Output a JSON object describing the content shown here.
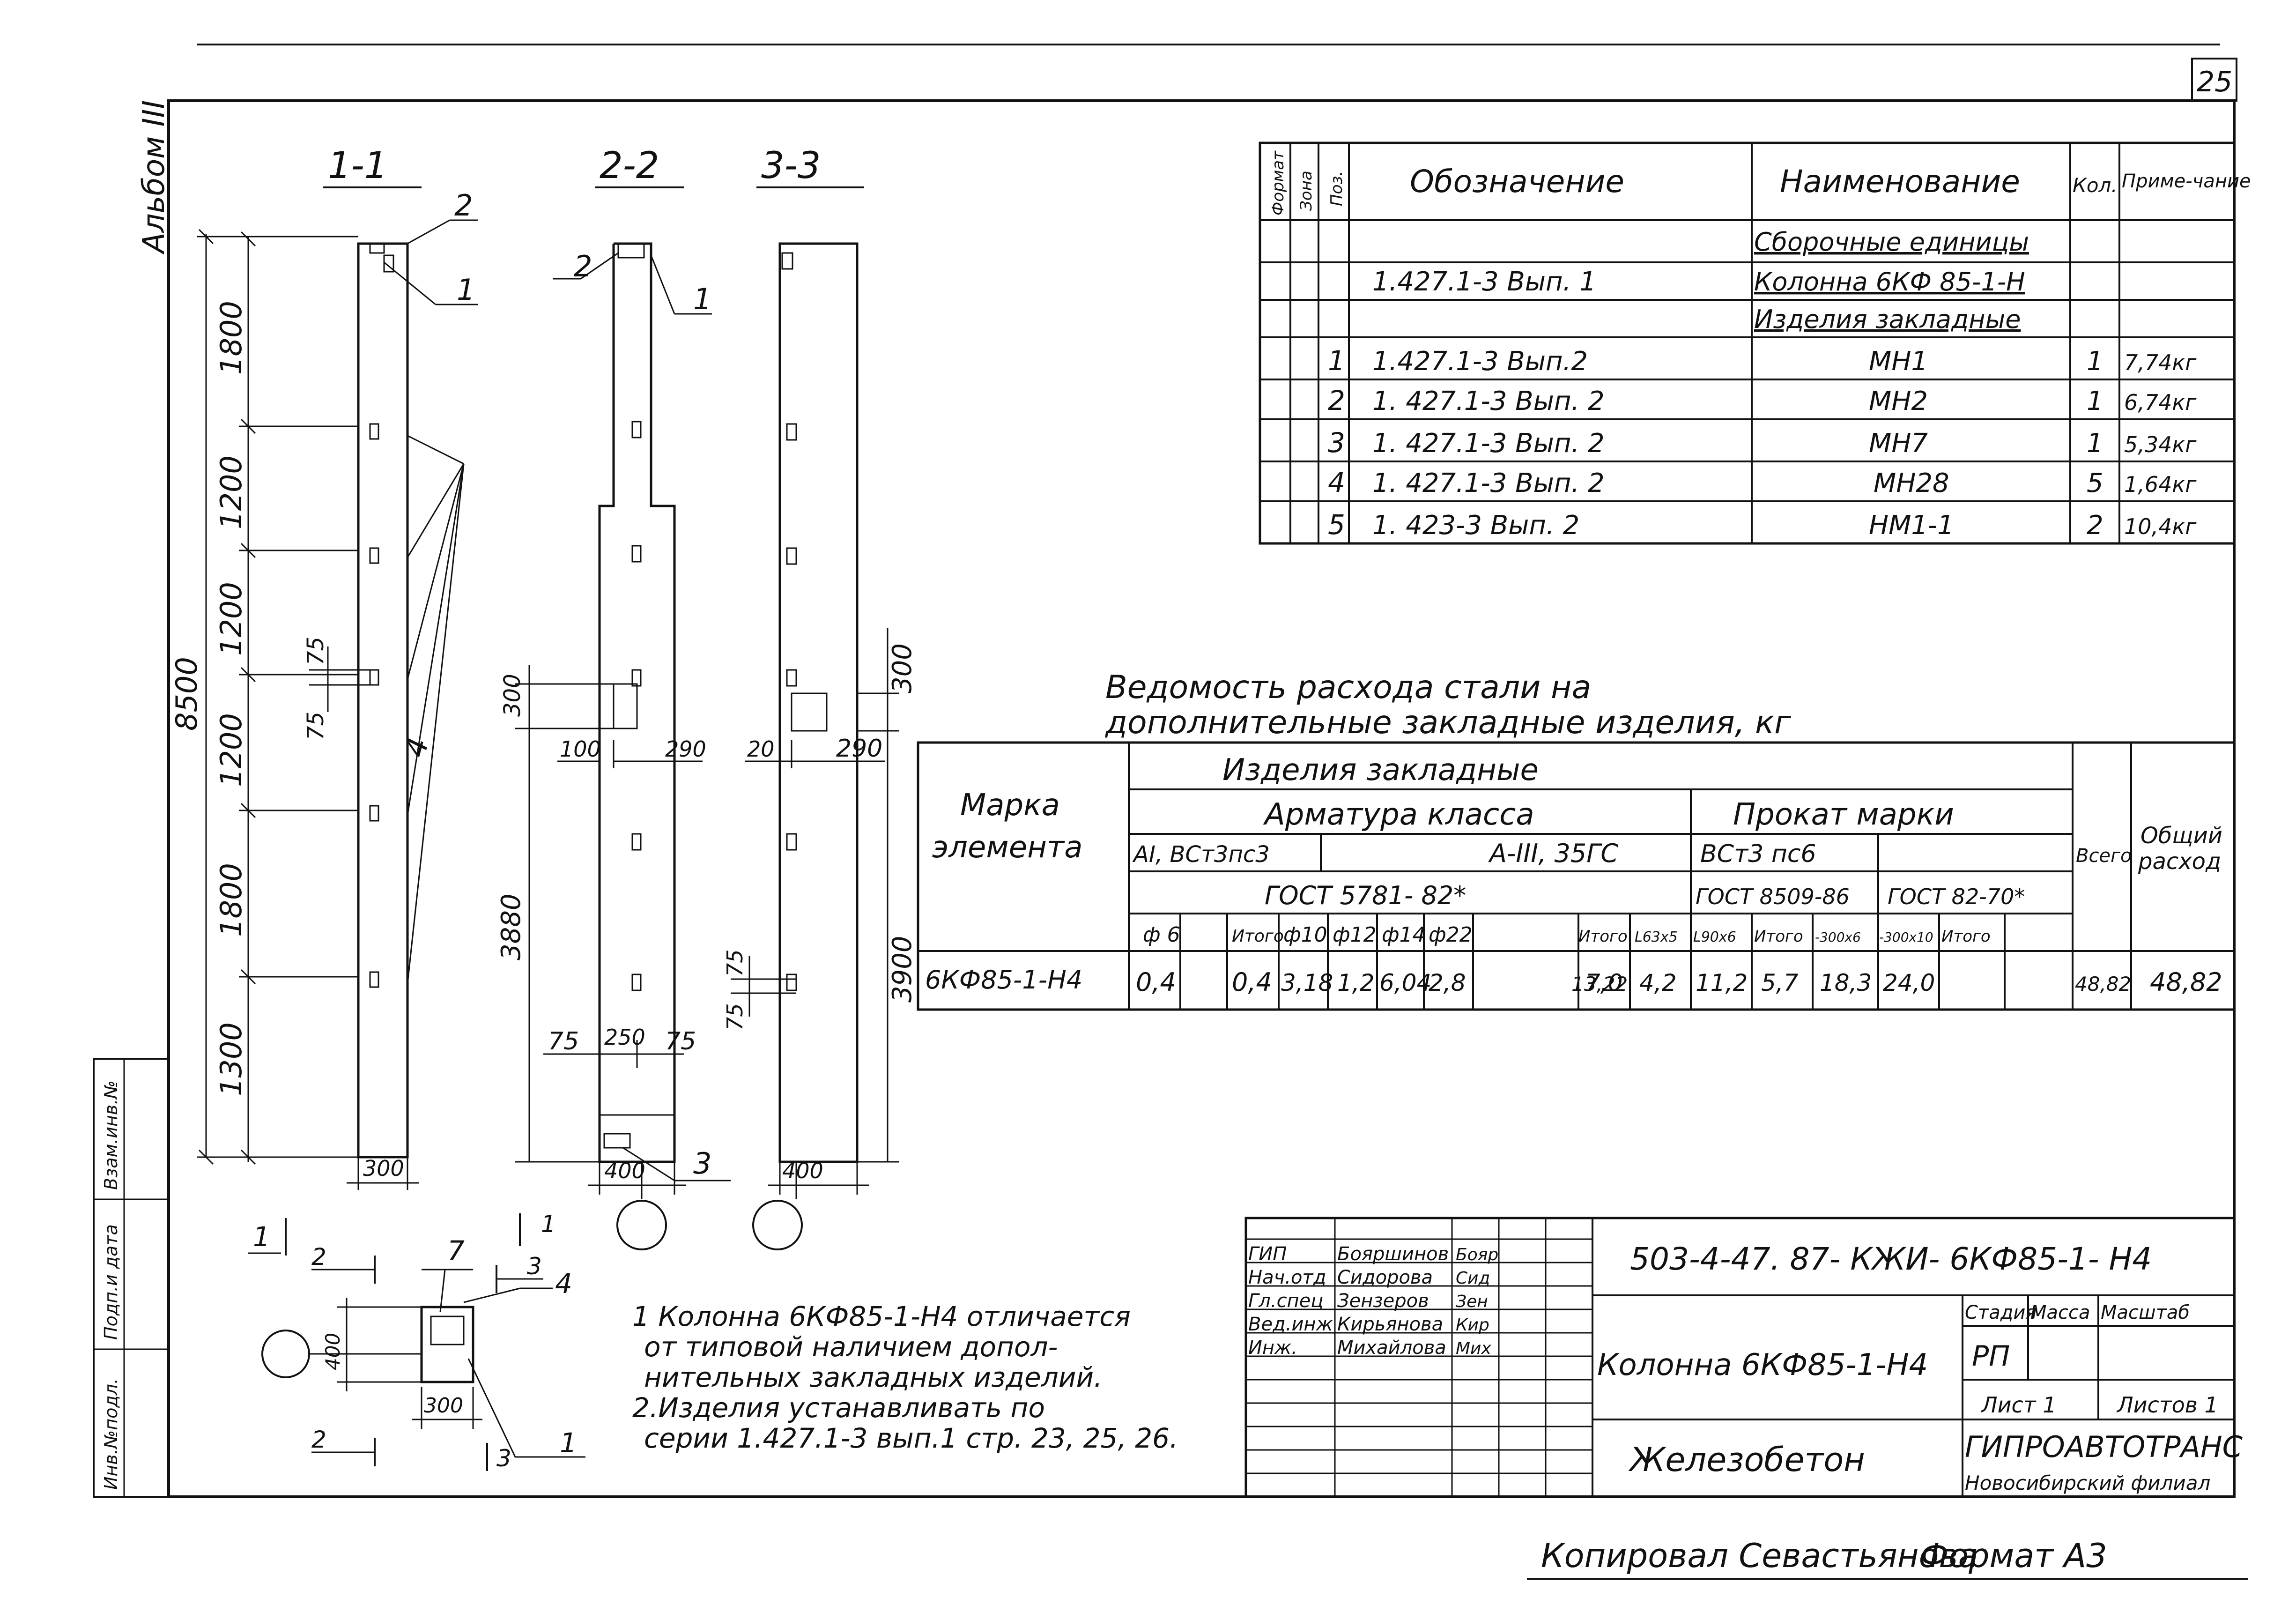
{
  "sheet_no": "25",
  "album": "Альбом III",
  "sections": {
    "s1": "1-1",
    "s2": "2-2",
    "s3": "3-3",
    "arrow_1": "1",
    "arrow_2": "2",
    "arrow_3": "3",
    "plan_1": "1",
    "plan_2": "2",
    "plan_3": "3"
  },
  "callouts": {
    "c1": "1",
    "c2": "2",
    "c3": "3",
    "c4": "4",
    "c7": "7"
  },
  "dims": {
    "d8500": "8500",
    "d1800a": "1800",
    "d1200a": "1200",
    "d1200b": "1200",
    "d1200c": "1200",
    "d1800b": "1800",
    "d1300": "1300",
    "d75a": "75",
    "d75b": "75",
    "d300_w": "300",
    "d300_s2": "300",
    "d100": "100",
    "d290_s2": "290",
    "d3880": "3880",
    "d75c": "75",
    "d250": "250",
    "d75d": "75",
    "d400_s2": "400",
    "d300_s3": "300",
    "d20": "20",
    "d290_s3": "290",
    "d3900": "3900",
    "d75e": "75",
    "d75f": "75",
    "d400_s3": "400",
    "p400": "400",
    "p300": "300"
  },
  "spec": {
    "headers": {
      "format": "Формат",
      "zone": "Зона",
      "pos": "Поз.",
      "designation": "Обозначение",
      "name": "Наименование",
      "qty": "Кол.",
      "note": "Приме-чание"
    },
    "rows": [
      {
        "pos": "",
        "designation": "",
        "name": "Сборочные единицы",
        "qty": "",
        "note": ""
      },
      {
        "pos": "",
        "designation": "1.427.1-3   Вып. 1",
        "name": "Колонна 6КФ 85-1-Н",
        "qty": "",
        "note": ""
      },
      {
        "pos": "",
        "designation": "",
        "name": "Изделия закладные",
        "qty": "",
        "note": ""
      },
      {
        "pos": "1",
        "designation": "1.427.1-3   Вып.2",
        "name": "МН1",
        "qty": "1",
        "note": "7,74кг"
      },
      {
        "pos": "2",
        "designation": "1. 427.1-3   Вып. 2",
        "name": "МН2",
        "qty": "1",
        "note": "6,74кг"
      },
      {
        "pos": "3",
        "designation": "1. 427.1-3   Вып. 2",
        "name": "МН7",
        "qty": "1",
        "note": "5,34кг"
      },
      {
        "pos": "4",
        "designation": "1. 427.1-3  Вып. 2",
        "name": "МН28",
        "qty": "5",
        "note": "1,64кг"
      },
      {
        "pos": "5",
        "designation": "1. 423-3   Вып. 2",
        "name": "НМ1-1",
        "qty": "2",
        "note": "10,4кг"
      }
    ]
  },
  "steel": {
    "title1": "Ведомость   расхода стали на",
    "title2": "дополнительные  закладные  изделия, кг",
    "h_mark": "Марка",
    "h_element": "элемента",
    "h_items": "Изделия   закладные",
    "h_rebar": "Арматура   класса",
    "h_rolled": "Прокат   марки",
    "h_total": "Всего",
    "h_general1": "Общий",
    "h_general2": "расход",
    "h_ai": "АI, ВСт3пс3",
    "h_aiii": "А-III, 35ГС",
    "h_vst": "ВСт3 пс6",
    "h_gost1": "ГОСТ  5781- 82*",
    "h_gost2": "ГОСТ 8509-86",
    "h_gost3": "ГОСТ 82-70*",
    "cols": [
      "ф 6",
      "",
      "Итого",
      "ф10",
      "ф12",
      "ф14",
      "ф22",
      "",
      "Итого",
      "L63х5",
      "L90х6",
      "Итого",
      "-300х6",
      "-300х10",
      "Итого"
    ],
    "row": {
      "mark": "6КФ85-1-Н4",
      "values": [
        "0,4",
        "",
        "0,4",
        "3,18",
        "1,2",
        "6,04",
        "2,8",
        "",
        "13,22",
        "7,0",
        "4,2",
        "11,2",
        "5,7",
        "18,3",
        "24,0"
      ],
      "total": "48,82",
      "general": "48,82"
    }
  },
  "notes": [
    "1 Колонна 6КФ85-1-Н4 отличается",
    "от типовой наличием допол-",
    "нительных закладных изделий.",
    "2.Изделия устанавливать по",
    "серии 1.427.1-3 вып.1 стр. 23, 25, 26."
  ],
  "stamp": {
    "code": "503-4-47. 87-  КЖИ- 6КФ85-1- Н4",
    "title": "Колонна 6КФ85-1-Н4",
    "material": "Железобетон",
    "stage_h": "Стадия",
    "mass_h": "Масса",
    "scale_h": "Масштаб",
    "stage": "РП",
    "sheet": "Лист 1",
    "sheets": "Листов 1",
    "org": "ГИПРОАВТОТРАНС",
    "branch": "Новосибирский филиал",
    "people": [
      {
        "role": "ГИП",
        "name": "Бояршинов",
        "sign": "Бояр"
      },
      {
        "role": "Нач.отд",
        "name": "Сидорова",
        "sign": "Сид"
      },
      {
        "role": "Гл.спец",
        "name": "Зензеров",
        "sign": "Зен"
      },
      {
        "role": "Вед.инж",
        "name": "Кирьянова",
        "sign": "Кир"
      },
      {
        "role": "Инж.",
        "name": "Михайлова",
        "sign": "Мих"
      }
    ]
  },
  "side_labels": {
    "inv": "Взам.инв.№",
    "date": "Подп.и дата",
    "podl": "Инв.№подл."
  },
  "footer": {
    "copied": "Копировал  Севастьянова",
    "format": "Формат  А3"
  }
}
